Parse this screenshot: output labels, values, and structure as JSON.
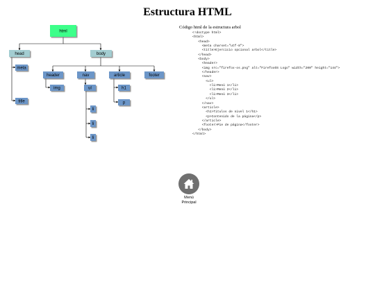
{
  "title": "Estructura HTML",
  "code_title": "Código html de la estructura arbol",
  "code_lines": [
    "<!doctype html>",
    "<html>",
    "   <head>",
    "     <meta charset=\"utf-8\">",
    "     <title>Ejercicio opcional arbol</title>",
    "   </head>",
    "   <body>",
    "     <header>",
    "     <img src=\"firefox-os.png\" alt=\"FirefoxOS Logo\" width=\"200\" height=\"144\">",
    "     </header>",
    "     <nav>",
    "       <ul>",
    "         <li>Menú 1</li>",
    "         <li>Menú 2</li>",
    "         <li>Menú 3</li>",
    "       </ul>",
    "     </nav>",
    "     <article>",
    "       <h1>Titulos de nivel 1</h1>",
    "       <p>Contenido de la página</p>",
    "     </article>",
    "     <footer>Pie de página</footer>",
    "   </body>",
    "</html>"
  ],
  "tree": {
    "colors": {
      "root": "#3cff8a",
      "level1": "#a3cdd1",
      "level2": "#6c96c8",
      "line": "#000000"
    },
    "nodes": [
      {
        "id": "html",
        "label": "html"
      },
      {
        "id": "head",
        "label": "head"
      },
      {
        "id": "body",
        "label": "body"
      },
      {
        "id": "meta",
        "label": "meta"
      },
      {
        "id": "title",
        "label": "title"
      },
      {
        "id": "header",
        "label": "header"
      },
      {
        "id": "nav",
        "label": "nav"
      },
      {
        "id": "article",
        "label": "article"
      },
      {
        "id": "footer",
        "label": "footer"
      },
      {
        "id": "img",
        "label": "img"
      },
      {
        "id": "ul",
        "label": "ul"
      },
      {
        "id": "li1",
        "label": "li"
      },
      {
        "id": "li2",
        "label": "li"
      },
      {
        "id": "li3",
        "label": "li"
      },
      {
        "id": "h1",
        "label": "h1"
      },
      {
        "id": "p",
        "label": "p"
      }
    ]
  },
  "menu": {
    "label_line1": "Menú",
    "label_line2": "Principal",
    "icon": "home-icon"
  }
}
